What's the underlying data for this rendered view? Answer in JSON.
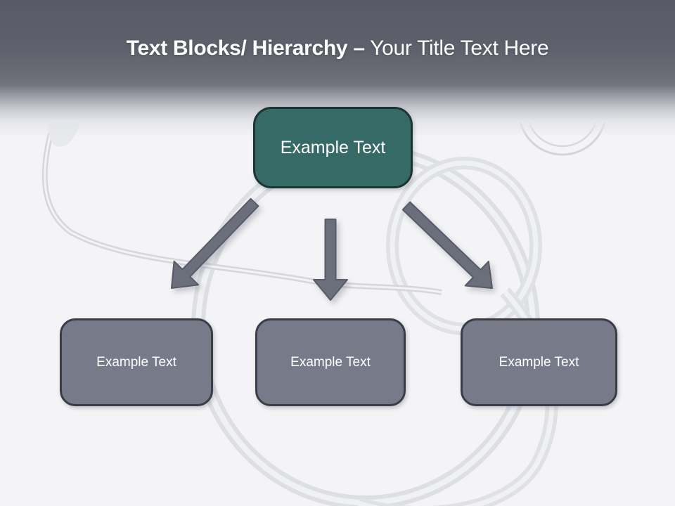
{
  "slide": {
    "title_bold": "Text Blocks/ Hierarchy –",
    "title_regular": " Your Title Text Here"
  },
  "diagram": {
    "root": {
      "label": "Example Text"
    },
    "children": [
      {
        "label": "Example Text"
      },
      {
        "label": "Example Text"
      },
      {
        "label": "Example Text"
      }
    ]
  },
  "colors": {
    "header_gradient_top": "#585a65",
    "header_gradient_mid": "#74767f",
    "slide_background": "#f4f4f6",
    "root_box_fill": "#366a66",
    "root_box_border": "#1b3533",
    "child_box_fill": "#777a89",
    "child_box_border": "#3a3d47",
    "arrow_fill": "#6b6f7c",
    "arrow_stroke": "#575b67",
    "title_text": "#ffffff",
    "box_text": "#ffffff"
  },
  "icons": {
    "arrow_left": "down-left-arrow-icon",
    "arrow_middle": "down-arrow-icon",
    "arrow_right": "down-right-arrow-icon",
    "background_image": "stethoscope-watermark"
  }
}
